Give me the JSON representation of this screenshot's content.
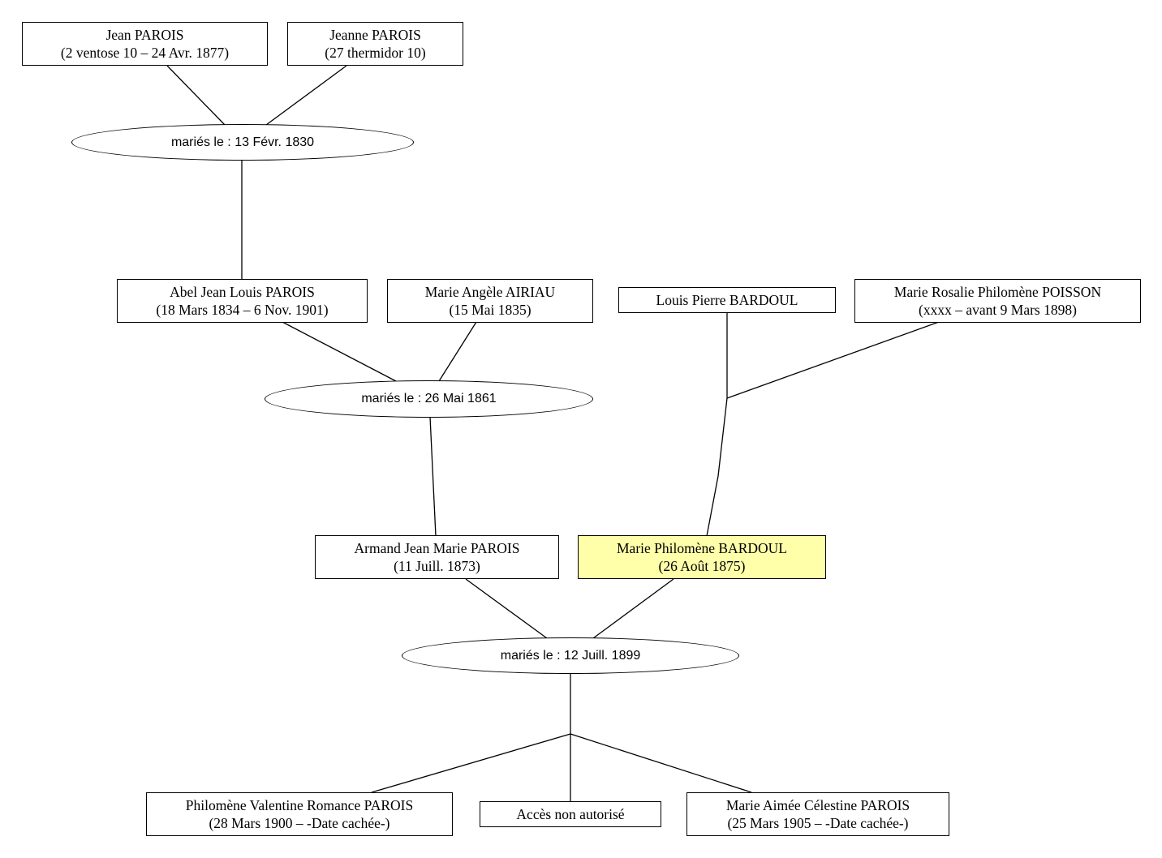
{
  "persons": {
    "jean": {
      "name": "Jean PAROIS",
      "dates": "(2 ventose 10 – 24 Avr. 1877)"
    },
    "jeanne": {
      "name": "Jeanne PAROIS",
      "dates": "(27 thermidor 10)"
    },
    "abel": {
      "name": "Abel Jean Louis PAROIS",
      "dates": "(18 Mars 1834 – 6 Nov. 1901)"
    },
    "marie_angele": {
      "name": "Marie Angèle AIRIAU",
      "dates": "(15 Mai 1835)"
    },
    "louis_pierre": {
      "name": "Louis Pierre BARDOUL"
    },
    "marie_rosalie": {
      "name": "Marie Rosalie Philomène POISSON",
      "dates": "(xxxx – avant 9 Mars 1898)"
    },
    "armand": {
      "name": "Armand Jean Marie PAROIS",
      "dates": "(11 Juill. 1873)"
    },
    "marie_philomene": {
      "name": "Marie Philomène BARDOUL",
      "dates": "(26 Août 1875)"
    },
    "philomene_valentine": {
      "name": "Philomène Valentine Romance PAROIS",
      "dates": "(28 Mars 1900 – -Date cachée-)"
    },
    "acces": {
      "name": "Accès non autorisé"
    },
    "marie_aimee": {
      "name": "Marie Aimée Célestine PAROIS",
      "dates": "(25 Mars 1905 – -Date cachée-)"
    }
  },
  "unions": {
    "u1830": {
      "label": "mariés le : 13 Févr. 1830"
    },
    "u1861": {
      "label": "mariés le : 26 Mai 1861"
    },
    "u1899": {
      "label": "mariés le : 12 Juill. 1899"
    }
  },
  "colors": {
    "line": "#000000",
    "highlight": "#ffffaa",
    "background": "#ffffff"
  }
}
